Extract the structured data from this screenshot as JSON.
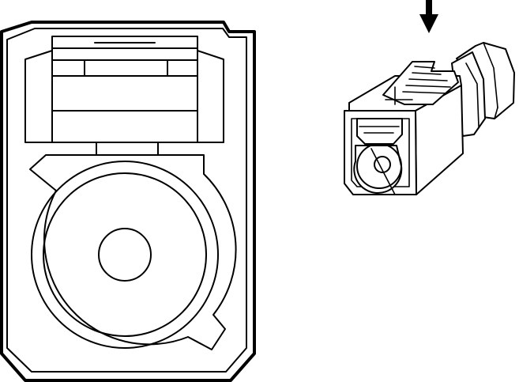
{
  "figure": {
    "views": [
      {
        "name": "front-view",
        "icon": "connector-front-face-drawing"
      },
      {
        "name": "isometric-view",
        "icon": "connector-isometric-drawing"
      }
    ],
    "indicator": {
      "icon": "down-arrow",
      "direction": "down"
    },
    "colors": {
      "stroke": "#000000",
      "background": "#ffffff"
    }
  }
}
